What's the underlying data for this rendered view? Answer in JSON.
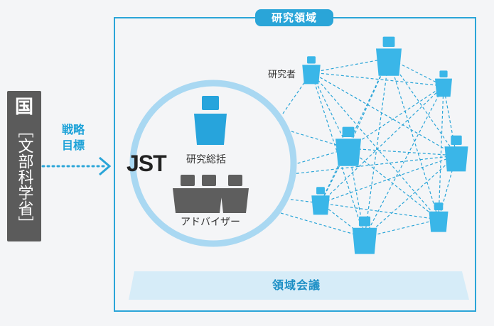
{
  "government": {
    "main": "国",
    "sub": "［文部科学省］"
  },
  "strategic_goal": {
    "line1": "戦略",
    "line2": "目標"
  },
  "research_field": "研究領域",
  "jst": "JST",
  "supervisor": "研究総括",
  "advisors": "アドバイザー",
  "researcher": "研究者",
  "field_meeting": "領域会議",
  "colors": {
    "accent": "#2aa5d8",
    "researcher": "#3ab6e8",
    "circle": "#a9d8f2",
    "advisor": "#5e5e5e",
    "government": "#5b5b5b",
    "meeting_band": "#d6ecf8"
  },
  "icons": [
    "person-supervisor-icon",
    "person-advisor-icon",
    "person-researcher-icon",
    "arrow-right-icon"
  ]
}
